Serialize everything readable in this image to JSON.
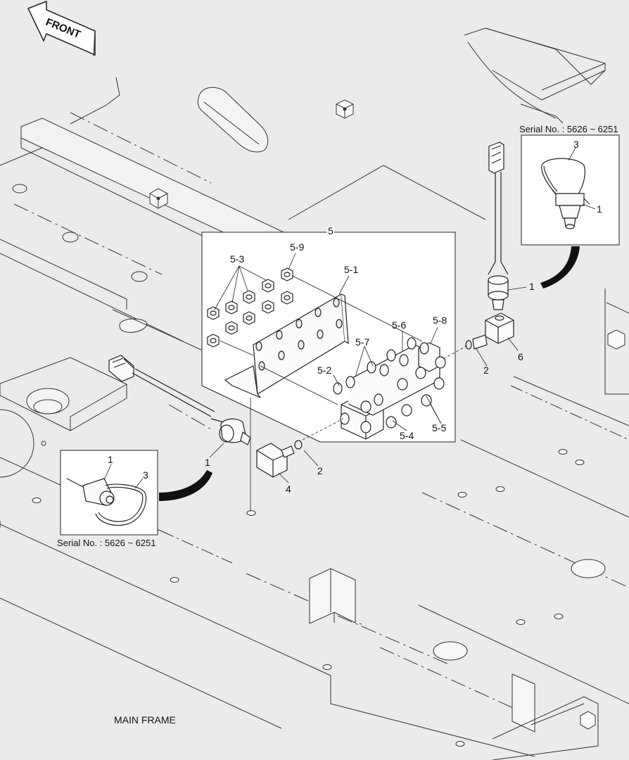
{
  "front_arrow": {
    "label": "FRONT"
  },
  "frame_title": "MAIN FRAME",
  "inset_right": {
    "serial": "Serial No. : 5626 ~ 6251",
    "callouts": [
      "3",
      "1"
    ]
  },
  "inset_left": {
    "serial": "Serial No. : 5626 ~ 6251",
    "callouts": [
      "1",
      "3"
    ]
  },
  "valve_group": {
    "label": "5",
    "callouts": [
      "5-1",
      "5-2",
      "5-3",
      "5-4",
      "5-5",
      "5-5",
      "5-6",
      "5-7",
      "5-8",
      "5-9"
    ]
  },
  "callouts": {
    "sensor_right": "1",
    "sensor_left": "1",
    "oring_right": "2",
    "oring_left": "2",
    "elbow_left": "4",
    "elbow_right": "6"
  },
  "colors": {
    "background": "#ebebeb",
    "line": "#111111",
    "part_fill": "#ffffff"
  }
}
